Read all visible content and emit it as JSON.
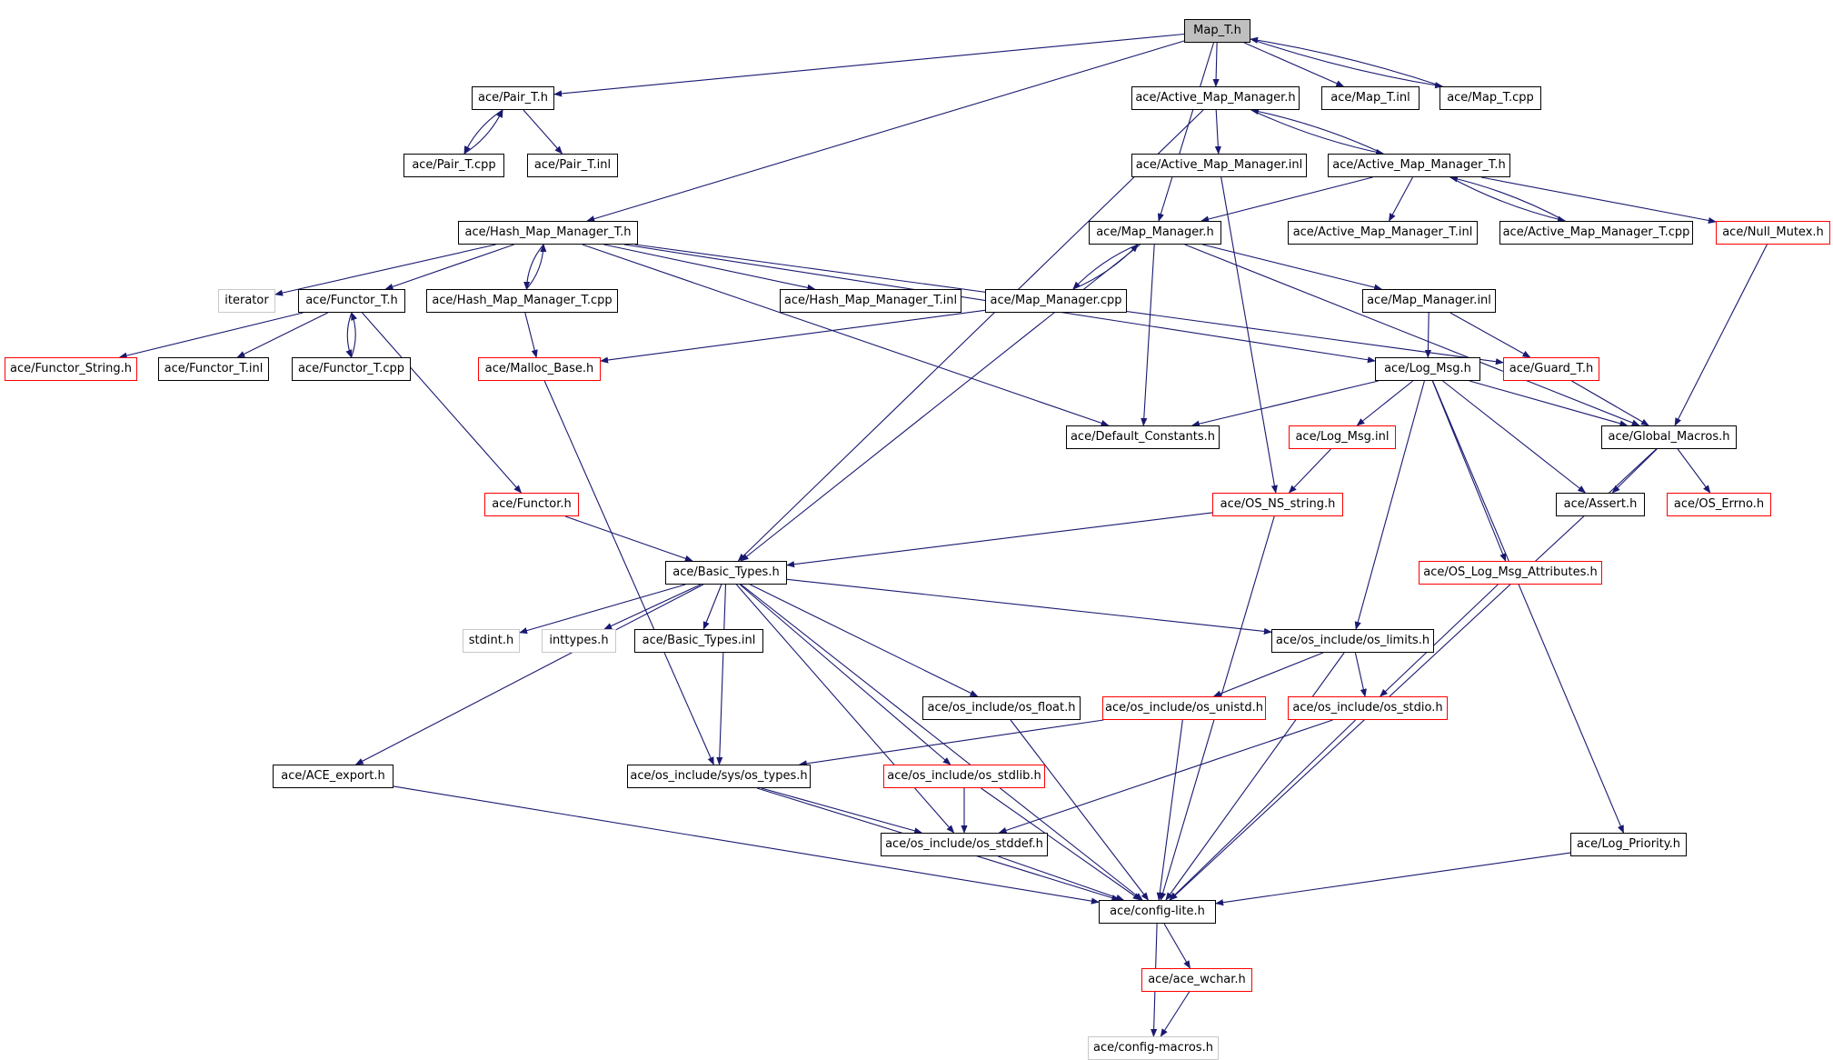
{
  "diagram": {
    "colors": {
      "edge": "#191970",
      "arrow": "#191970",
      "box_border": "#000000",
      "box_border_truncated": "#ff0000",
      "box_border_external": "#c8c8c8",
      "root_fill": "#bfbfbf"
    },
    "nodes": [
      {
        "id": "map_t_h",
        "label": "Map_T.h",
        "type": "root"
      },
      {
        "id": "pair_t_h",
        "label": "ace/Pair_T.h",
        "type": "normal"
      },
      {
        "id": "active_map_manager_h",
        "label": "ace/Active_Map_Manager.h",
        "type": "normal"
      },
      {
        "id": "map_t_inl",
        "label": "ace/Map_T.inl",
        "type": "normal"
      },
      {
        "id": "map_t_cpp",
        "label": "ace/Map_T.cpp",
        "type": "normal"
      },
      {
        "id": "pair_t_cpp",
        "label": "ace/Pair_T.cpp",
        "type": "normal"
      },
      {
        "id": "pair_t_inl",
        "label": "ace/Pair_T.inl",
        "type": "normal"
      },
      {
        "id": "active_map_manager_inl",
        "label": "ace/Active_Map_Manager.inl",
        "type": "normal"
      },
      {
        "id": "active_map_manager_t_h",
        "label": "ace/Active_Map_Manager_T.h",
        "type": "normal"
      },
      {
        "id": "hash_map_manager_t_h",
        "label": "ace/Hash_Map_Manager_T.h",
        "type": "normal"
      },
      {
        "id": "map_manager_h",
        "label": "ace/Map_Manager.h",
        "type": "normal"
      },
      {
        "id": "active_map_manager_t_inl",
        "label": "ace/Active_Map_Manager_T.inl",
        "type": "normal"
      },
      {
        "id": "active_map_manager_t_cpp",
        "label": "ace/Active_Map_Manager_T.cpp",
        "type": "normal"
      },
      {
        "id": "null_mutex_h",
        "label": "ace/Null_Mutex.h",
        "type": "red"
      },
      {
        "id": "iterator",
        "label": "iterator",
        "type": "gray"
      },
      {
        "id": "functor_t_h",
        "label": "ace/Functor_T.h",
        "type": "normal"
      },
      {
        "id": "hash_map_manager_t_cpp",
        "label": "ace/Hash_Map_Manager_T.cpp",
        "type": "normal"
      },
      {
        "id": "hash_map_manager_t_inl",
        "label": "ace/Hash_Map_Manager_T.inl",
        "type": "normal"
      },
      {
        "id": "map_manager_cpp",
        "label": "ace/Map_Manager.cpp",
        "type": "normal"
      },
      {
        "id": "map_manager_inl",
        "label": "ace/Map_Manager.inl",
        "type": "normal"
      },
      {
        "id": "functor_string_h",
        "label": "ace/Functor_String.h",
        "type": "red"
      },
      {
        "id": "functor_t_inl",
        "label": "ace/Functor_T.inl",
        "type": "normal"
      },
      {
        "id": "functor_t_cpp",
        "label": "ace/Functor_T.cpp",
        "type": "normal"
      },
      {
        "id": "malloc_base_h",
        "label": "ace/Malloc_Base.h",
        "type": "red"
      },
      {
        "id": "log_msg_h",
        "label": "ace/Log_Msg.h",
        "type": "normal"
      },
      {
        "id": "guard_t_h",
        "label": "ace/Guard_T.h",
        "type": "red"
      },
      {
        "id": "default_constants_h",
        "label": "ace/Default_Constants.h",
        "type": "normal"
      },
      {
        "id": "log_msg_inl",
        "label": "ace/Log_Msg.inl",
        "type": "red"
      },
      {
        "id": "global_macros_h",
        "label": "ace/Global_Macros.h",
        "type": "normal"
      },
      {
        "id": "functor_h",
        "label": "ace/Functor.h",
        "type": "red"
      },
      {
        "id": "os_ns_string_h",
        "label": "ace/OS_NS_string.h",
        "type": "red"
      },
      {
        "id": "assert_h",
        "label": "ace/Assert.h",
        "type": "normal"
      },
      {
        "id": "os_errno_h",
        "label": "ace/OS_Errno.h",
        "type": "red"
      },
      {
        "id": "basic_types_h",
        "label": "ace/Basic_Types.h",
        "type": "normal"
      },
      {
        "id": "os_log_msg_attributes_h",
        "label": "ace/OS_Log_Msg_Attributes.h",
        "type": "red"
      },
      {
        "id": "stdint_h",
        "label": "stdint.h",
        "type": "gray"
      },
      {
        "id": "inttypes_h",
        "label": "inttypes.h",
        "type": "gray"
      },
      {
        "id": "basic_types_inl",
        "label": "ace/Basic_Types.inl",
        "type": "normal"
      },
      {
        "id": "os_limits_h",
        "label": "ace/os_include/os_limits.h",
        "type": "normal"
      },
      {
        "id": "os_float_h",
        "label": "ace/os_include/os_float.h",
        "type": "normal"
      },
      {
        "id": "os_unistd_h",
        "label": "ace/os_include/os_unistd.h",
        "type": "red"
      },
      {
        "id": "os_stdio_h",
        "label": "ace/os_include/os_stdio.h",
        "type": "red"
      },
      {
        "id": "ace_export_h",
        "label": "ace/ACE_export.h",
        "type": "normal"
      },
      {
        "id": "os_types_h",
        "label": "ace/os_include/sys/os_types.h",
        "type": "normal"
      },
      {
        "id": "os_stdlib_h",
        "label": "ace/os_include/os_stdlib.h",
        "type": "red"
      },
      {
        "id": "os_stddef_h",
        "label": "ace/os_include/os_stddef.h",
        "type": "normal"
      },
      {
        "id": "log_priority_h",
        "label": "ace/Log_Priority.h",
        "type": "normal"
      },
      {
        "id": "config_lite_h",
        "label": "ace/config-lite.h",
        "type": "normal"
      },
      {
        "id": "ace_wchar_h",
        "label": "ace/ace_wchar.h",
        "type": "red"
      },
      {
        "id": "config_macros_h",
        "label": "ace/config-macros.h",
        "type": "gray"
      }
    ],
    "edges": [
      [
        "map_t_h",
        "pair_t_h"
      ],
      [
        "map_t_h",
        "active_map_manager_h"
      ],
      [
        "map_t_h",
        "map_t_inl"
      ],
      [
        "map_t_h",
        "map_t_cpp"
      ],
      [
        "map_t_h",
        "hash_map_manager_t_h"
      ],
      [
        "map_t_h",
        "map_manager_h"
      ],
      [
        "map_t_cpp",
        "map_t_h"
      ],
      [
        "pair_t_h",
        "pair_t_cpp"
      ],
      [
        "pair_t_h",
        "pair_t_inl"
      ],
      [
        "pair_t_cpp",
        "pair_t_h"
      ],
      [
        "active_map_manager_h",
        "active_map_manager_inl"
      ],
      [
        "active_map_manager_h",
        "active_map_manager_t_h"
      ],
      [
        "active_map_manager_h",
        "basic_types_h"
      ],
      [
        "active_map_manager_inl",
        "os_ns_string_h"
      ],
      [
        "active_map_manager_t_h",
        "active_map_manager_h"
      ],
      [
        "active_map_manager_t_h",
        "map_manager_h"
      ],
      [
        "active_map_manager_t_h",
        "active_map_manager_t_inl"
      ],
      [
        "active_map_manager_t_h",
        "active_map_manager_t_cpp"
      ],
      [
        "active_map_manager_t_h",
        "null_mutex_h"
      ],
      [
        "active_map_manager_t_cpp",
        "active_map_manager_t_h"
      ],
      [
        "hash_map_manager_t_h",
        "iterator"
      ],
      [
        "hash_map_manager_t_h",
        "functor_t_h"
      ],
      [
        "hash_map_manager_t_h",
        "hash_map_manager_t_cpp"
      ],
      [
        "hash_map_manager_t_h",
        "hash_map_manager_t_inl"
      ],
      [
        "hash_map_manager_t_h",
        "default_constants_h"
      ],
      [
        "hash_map_manager_t_h",
        "log_msg_h"
      ],
      [
        "hash_map_manager_t_h",
        "guard_t_h"
      ],
      [
        "hash_map_manager_t_cpp",
        "hash_map_manager_t_h"
      ],
      [
        "hash_map_manager_t_cpp",
        "malloc_base_h"
      ],
      [
        "functor_t_h",
        "functor_string_h"
      ],
      [
        "functor_t_h",
        "functor_t_inl"
      ],
      [
        "functor_t_h",
        "functor_t_cpp"
      ],
      [
        "functor_t_h",
        "functor_h"
      ],
      [
        "functor_t_cpp",
        "functor_t_h"
      ],
      [
        "map_manager_h",
        "map_manager_cpp"
      ],
      [
        "map_manager_h",
        "map_manager_inl"
      ],
      [
        "map_manager_h",
        "global_macros_h"
      ],
      [
        "map_manager_h",
        "default_constants_h"
      ],
      [
        "map_manager_h",
        "basic_types_h"
      ],
      [
        "map_manager_cpp",
        "map_manager_h"
      ],
      [
        "map_manager_cpp",
        "malloc_base_h"
      ],
      [
        "map_manager_inl",
        "log_msg_h"
      ],
      [
        "map_manager_inl",
        "guard_t_h"
      ],
      [
        "null_mutex_h",
        "global_macros_h"
      ],
      [
        "guard_t_h",
        "global_macros_h"
      ],
      [
        "log_msg_h",
        "default_constants_h"
      ],
      [
        "log_msg_h",
        "log_msg_inl"
      ],
      [
        "log_msg_h",
        "global_macros_h"
      ],
      [
        "log_msg_h",
        "assert_h"
      ],
      [
        "log_msg_h",
        "os_log_msg_attributes_h"
      ],
      [
        "log_msg_h",
        "os_limits_h"
      ],
      [
        "log_msg_h",
        "log_priority_h"
      ],
      [
        "log_msg_inl",
        "os_ns_string_h"
      ],
      [
        "global_macros_h",
        "assert_h"
      ],
      [
        "global_macros_h",
        "os_errno_h"
      ],
      [
        "global_macros_h",
        "config_lite_h"
      ],
      [
        "malloc_base_h",
        "os_types_h"
      ],
      [
        "functor_h",
        "basic_types_h"
      ],
      [
        "os_ns_string_h",
        "basic_types_h"
      ],
      [
        "os_ns_string_h",
        "config_lite_h"
      ],
      [
        "os_log_msg_attributes_h",
        "os_stdio_h"
      ],
      [
        "basic_types_h",
        "stdint_h"
      ],
      [
        "basic_types_h",
        "inttypes_h"
      ],
      [
        "basic_types_h",
        "basic_types_inl"
      ],
      [
        "basic_types_h",
        "os_limits_h"
      ],
      [
        "basic_types_h",
        "os_float_h"
      ],
      [
        "basic_types_h",
        "ace_export_h"
      ],
      [
        "basic_types_h",
        "os_types_h"
      ],
      [
        "basic_types_h",
        "os_stdlib_h"
      ],
      [
        "basic_types_h",
        "os_stddef_h"
      ],
      [
        "basic_types_h",
        "config_lite_h"
      ],
      [
        "os_limits_h",
        "os_unistd_h"
      ],
      [
        "os_limits_h",
        "os_stdio_h"
      ],
      [
        "os_limits_h",
        "config_lite_h"
      ],
      [
        "os_unistd_h",
        "os_types_h"
      ],
      [
        "os_unistd_h",
        "config_lite_h"
      ],
      [
        "os_stdio_h",
        "os_stddef_h"
      ],
      [
        "os_stdio_h",
        "config_lite_h"
      ],
      [
        "os_float_h",
        "config_lite_h"
      ],
      [
        "os_types_h",
        "os_stddef_h"
      ],
      [
        "os_types_h",
        "config_lite_h"
      ],
      [
        "os_stdlib_h",
        "os_stddef_h"
      ],
      [
        "os_stdlib_h",
        "config_lite_h"
      ],
      [
        "os_stddef_h",
        "config_lite_h"
      ],
      [
        "ace_export_h",
        "config_lite_h"
      ],
      [
        "log_priority_h",
        "config_lite_h"
      ],
      [
        "config_lite_h",
        "ace_wchar_h"
      ],
      [
        "config_lite_h",
        "config_macros_h"
      ],
      [
        "ace_wchar_h",
        "config_macros_h"
      ]
    ]
  }
}
